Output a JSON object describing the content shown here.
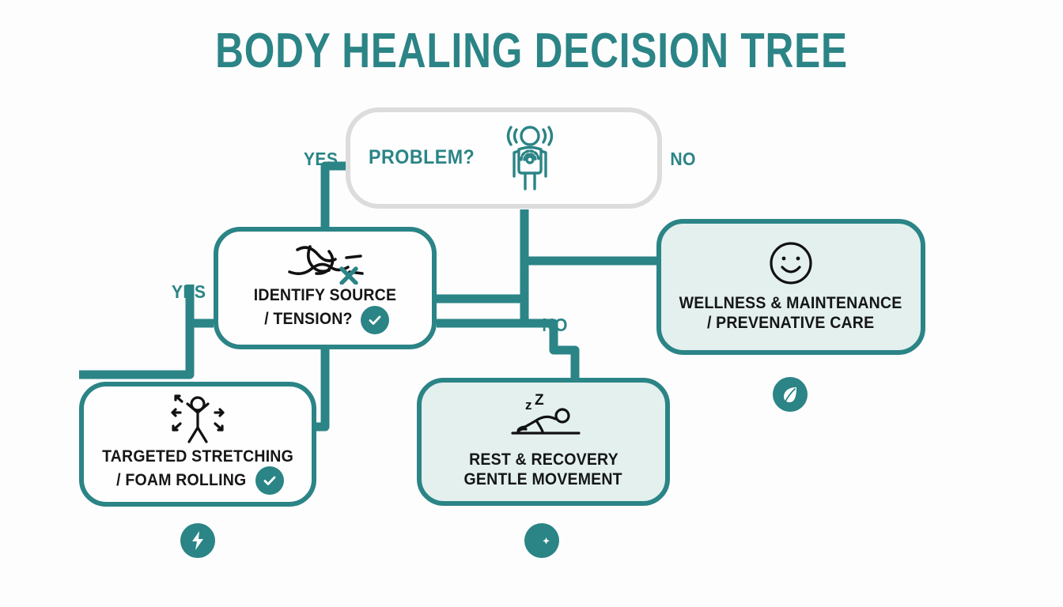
{
  "page": {
    "title": "BODY HEALING DECISION TREE",
    "background_color": "#fdfdfd",
    "accent_color": "#2b8486",
    "mint_fill_color": "#e3f0ee",
    "text_color": "#161616",
    "root_border_color": "#dcdcdc"
  },
  "nodes": {
    "root": {
      "label": "PROBLEM?",
      "icon": "person-pain-signal-icon",
      "fill": "#fefefe",
      "border": "#dcdcdc"
    },
    "tension": {
      "line1": "IDENTIFY SOURCE",
      "line2": "/ TENSION?",
      "icon": "tangled-knot-icon",
      "badge_icon": "check-circle-icon",
      "fill": "#fefefe",
      "border": "#2b8486"
    },
    "wellness": {
      "line1": "WELLNESS & MAINTENANCE",
      "line2": "/ PREVENATIVE CARE",
      "icon": "smiley-face-icon",
      "fill": "#e3f0ee",
      "border": "#2b8486"
    },
    "stretch": {
      "line1": "TARGETED STRETCHING",
      "line2": "/ FOAM ROLLING",
      "icon": "stretching-person-icon",
      "badge_icon": "check-circle-icon",
      "fill": "#fefefe",
      "border": "#2b8486"
    },
    "rest": {
      "line1": "REST & RECOVERY",
      "line2": "GENTLE MOVEMENT",
      "icon": "sleeping-person-zzz-icon",
      "fill": "#e3f0ee",
      "border": "#2b8486"
    }
  },
  "edges": [
    {
      "id": "root-yes",
      "label": "YES",
      "from": "root",
      "to": "tension"
    },
    {
      "id": "root-no",
      "label": "NO",
      "from": "root",
      "to": "wellness"
    },
    {
      "id": "tension-yes",
      "label": "YES",
      "from": "tension",
      "to": "stretch"
    },
    {
      "id": "tension-no",
      "label": "NO",
      "from": "tension",
      "to": "rest"
    }
  ],
  "badges": {
    "stretch": {
      "icon": "lightning-bolt-icon",
      "color": "#2b8486"
    },
    "rest": {
      "icon": "moon-star-icon",
      "color": "#2b8486"
    },
    "wellness": {
      "icon": "leaf-icon",
      "color": "#2b8486"
    }
  }
}
